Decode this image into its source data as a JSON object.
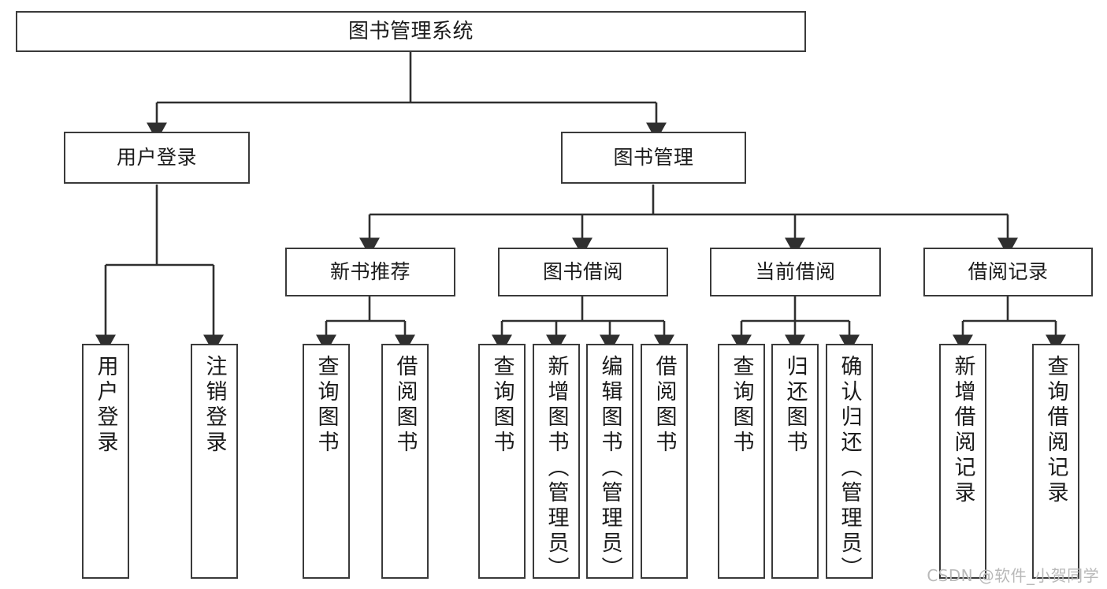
{
  "diagram": {
    "type": "tree-hierarchy",
    "title": "图书管理系统",
    "root": {
      "id": "root",
      "label": "图书管理系统"
    },
    "level2": [
      {
        "id": "user-login",
        "label": "用户登录"
      },
      {
        "id": "book-manage",
        "label": "图书管理"
      }
    ],
    "level3": [
      {
        "id": "new-book-recommend",
        "label": "新书推荐",
        "parent": "book-manage"
      },
      {
        "id": "book-borrow",
        "label": "图书借阅",
        "parent": "book-manage"
      },
      {
        "id": "current-borrow",
        "label": "当前借阅",
        "parent": "book-manage"
      },
      {
        "id": "borrow-record",
        "label": "借阅记录",
        "parent": "book-manage"
      }
    ],
    "leaves": [
      {
        "id": "leaf-user-login",
        "label": "用户登录",
        "parent": "user-login"
      },
      {
        "id": "leaf-logout",
        "label": "注销登录",
        "parent": "user-login"
      },
      {
        "id": "leaf-query-book-1",
        "label": "查询图书",
        "parent": "new-book-recommend"
      },
      {
        "id": "leaf-borrow-book-1",
        "label": "借阅图书",
        "parent": "new-book-recommend"
      },
      {
        "id": "leaf-query-book-2",
        "label": "查询图书",
        "parent": "book-borrow"
      },
      {
        "id": "leaf-add-book",
        "label": "新增图书（管理员）",
        "parent": "book-borrow"
      },
      {
        "id": "leaf-edit-book",
        "label": "编辑图书（管理员）",
        "parent": "book-borrow"
      },
      {
        "id": "leaf-borrow-book-2",
        "label": "借阅图书",
        "parent": "book-borrow"
      },
      {
        "id": "leaf-query-book-3",
        "label": "查询图书",
        "parent": "current-borrow"
      },
      {
        "id": "leaf-return-book",
        "label": "归还图书",
        "parent": "current-borrow"
      },
      {
        "id": "leaf-confirm-return",
        "label": "确认归还（管理员）",
        "parent": "current-borrow"
      },
      {
        "id": "leaf-add-record",
        "label": "新增借阅记录",
        "parent": "borrow-record"
      },
      {
        "id": "leaf-query-record",
        "label": "查询借阅记录",
        "parent": "borrow-record"
      }
    ]
  },
  "watermark": {
    "text": "CSDN @软件_小贺同学"
  },
  "colors": {
    "border": "#3a3a3a",
    "text": "#1b1b1b",
    "background": "#ffffff",
    "watermark": "#b9b9b9"
  }
}
